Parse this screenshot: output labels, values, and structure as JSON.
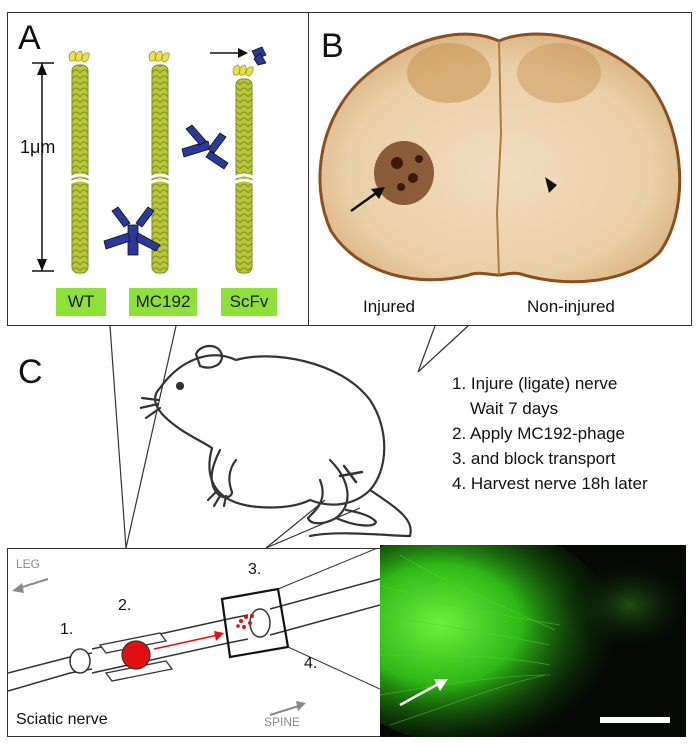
{
  "panel_a": {
    "letter": "A",
    "scale_label": "1μm",
    "labels": [
      "WT",
      "MC192",
      "ScFv"
    ]
  },
  "panel_b": {
    "letter": "B",
    "label_left": "Injured",
    "label_right": "Non-injured"
  },
  "panel_c": {
    "letter": "C",
    "steps": [
      "1. Injure (ligate) nerve",
      "Wait 7 days",
      "2. Apply MC192-phage",
      "3. and block transport",
      "4. Harvest nerve 18h later"
    ],
    "diagram": {
      "leg_label": "LEG",
      "spine_label": "SPINE",
      "nerve_label": "Sciatic nerve",
      "num1": "1.",
      "num2": "2.",
      "num3": "3.",
      "num4": "4."
    }
  },
  "colors": {
    "phage": "#a8b82a",
    "antibody": "#2a3a9a",
    "badge": "#8fe03a",
    "fluorescence": "#35d21c",
    "tissue": "#c08a50",
    "red": "#e01010"
  }
}
